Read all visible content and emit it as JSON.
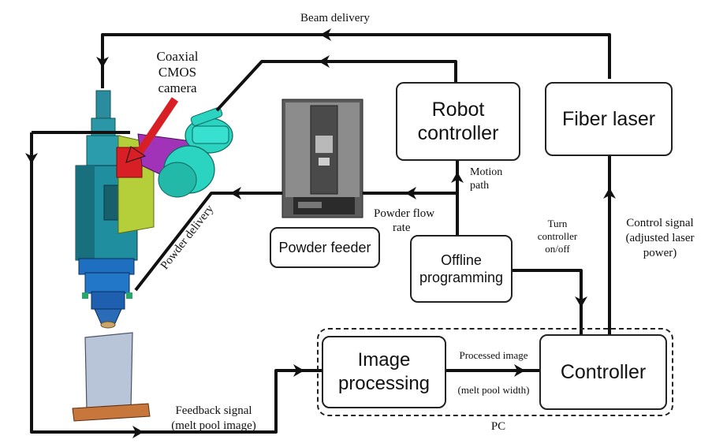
{
  "boxes": {
    "robot_controller": [
      "Robot",
      "controller"
    ],
    "fiber_laser": "Fiber laser",
    "powder_feeder": "Powder feeder",
    "offline_programming": [
      "Offline",
      "programming"
    ],
    "image_processing": [
      "Image",
      "processing"
    ],
    "controller": "Controller"
  },
  "group_label": "PC",
  "labels": {
    "beam_delivery": "Beam delivery",
    "coaxial_camera": [
      "Coaxial",
      "CMOS",
      "camera"
    ],
    "motion_path": [
      "Motion",
      "path"
    ],
    "powder_flow_rate": [
      "Powder flow",
      "rate"
    ],
    "powder_delivery": "Powder delivery",
    "turn_controller": [
      "Turn",
      "controller",
      "on/off"
    ],
    "control_signal": [
      "Control signal",
      "(adjusted laser",
      "power)"
    ],
    "processed_image": "Processed image",
    "melt_pool_width": "(melt pool width)",
    "feedback_signal": [
      "Feedback signal",
      "(melt pool image)"
    ]
  },
  "colors": {
    "line": "#111111",
    "nozzle_teal": "#1e8a9a",
    "nozzle_blue": "#1f5fb0",
    "camera_red": "#d81f26",
    "bracket_purple": "#a033b8",
    "camera_cyan": "#2bd3c1",
    "bracket_green": "#b4cf3a",
    "plate": "#b8c4d8",
    "base": "#c8773c"
  }
}
